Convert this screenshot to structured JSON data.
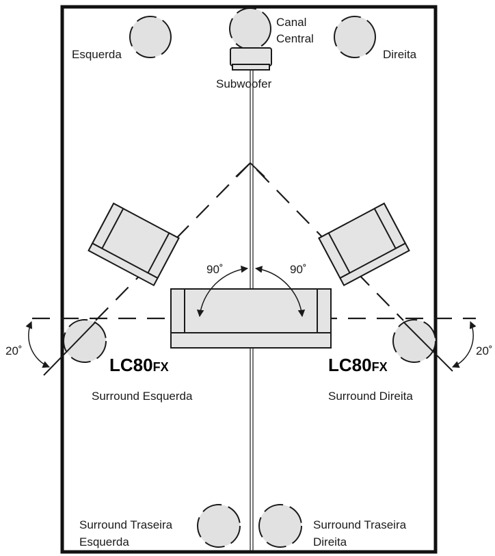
{
  "speakers": {
    "center_label": [
      "Canal",
      "Central"
    ],
    "left_label": "Esquerda",
    "right_label": "Direita",
    "subwoofer_label": "Subwoofer",
    "surround_left_label": "Surround Esquerda",
    "surround_right_label": "Surround Direita",
    "rear_left_label": [
      "Surround Traseira",
      "Esquerda"
    ],
    "rear_right_label": [
      "Surround Traseira",
      "Direita"
    ]
  },
  "model": {
    "left": {
      "main": "LC80",
      "suffix": "FX"
    },
    "right": {
      "main": "LC80",
      "suffix": "FX"
    }
  },
  "angles": {
    "left_listening": "90˚",
    "right_listening": "90˚",
    "left_tilt": "20˚",
    "right_tilt": "20˚"
  },
  "colors": {
    "outline": "#1a1a1a",
    "fill": "#e1e1e1",
    "background": "#ffffff"
  }
}
